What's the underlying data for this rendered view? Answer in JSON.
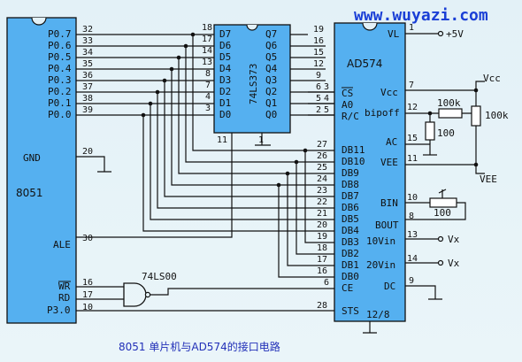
{
  "watermark": "www.wuyazi.com",
  "caption": "8051 单片机与AD574的接口电路",
  "mcu": {
    "name": "8051",
    "port_pins": [
      "P0.7",
      "P0.6",
      "P0.5",
      "P0.4",
      "P0.3",
      "P0.2",
      "P0.1",
      "P0.0"
    ],
    "port_pin_numbers": [
      "32",
      "33",
      "34",
      "35",
      "36",
      "37",
      "38",
      "39"
    ],
    "gnd": "GND",
    "gnd_pin": "20",
    "ale": "ALE",
    "ale_pin": "30",
    "wr": "WR",
    "wr_pin": "16",
    "rd": "RD",
    "rd_pin": "17",
    "p30": "P3.0",
    "p30_pin": "10"
  },
  "latch": {
    "name": "74LS373",
    "d_pins": [
      "D7",
      "D6",
      "D5",
      "D4",
      "D3",
      "D2",
      "D1",
      "D0"
    ],
    "d_numbers": [
      "18",
      "17",
      "14",
      "13",
      "8",
      "7",
      "4",
      "3"
    ],
    "q_pins": [
      "Q7",
      "Q6",
      "Q5",
      "Q4",
      "Q3",
      "Q2",
      "Q1",
      "Q0"
    ],
    "q_numbers": [
      "19",
      "16",
      "15",
      "12",
      "9",
      "6",
      "5",
      "2"
    ],
    "le_pin": "11",
    "oe_pin": "1"
  },
  "gate": {
    "name": "74LS00"
  },
  "adc": {
    "name": "AD574",
    "left_pins": [
      "CS",
      "A0",
      "R/C",
      "DB11",
      "DB10",
      "DB9",
      "DB8",
      "DB7",
      "DB6",
      "DB5",
      "DB4",
      "DB3",
      "DB2",
      "DB1",
      "DB0",
      "CE",
      "STS"
    ],
    "left_numbers": [
      "3",
      "4",
      "5",
      "27",
      "26",
      "25",
      "24",
      "23",
      "22",
      "21",
      "20",
      "19",
      "18",
      "17",
      "16",
      "6",
      "28"
    ],
    "right_pins": [
      "VL",
      "Vcc",
      "bipoff",
      "AC",
      "VEE",
      "BIN",
      "BOUT",
      "10Vin",
      "20Vin",
      "DC"
    ],
    "right_numbers": [
      "1",
      "7",
      "12",
      "15",
      "11",
      "10",
      "8",
      "13",
      "14",
      "9"
    ],
    "bottom_pin": "12/8"
  },
  "supplies": {
    "vl": "+5V",
    "vcc": "Vcc",
    "vee": "VEE",
    "vx1": "Vx",
    "vx2": "Vx"
  },
  "components": {
    "r1": "100k",
    "r2": "100k",
    "r3": "100",
    "r4": "100"
  }
}
